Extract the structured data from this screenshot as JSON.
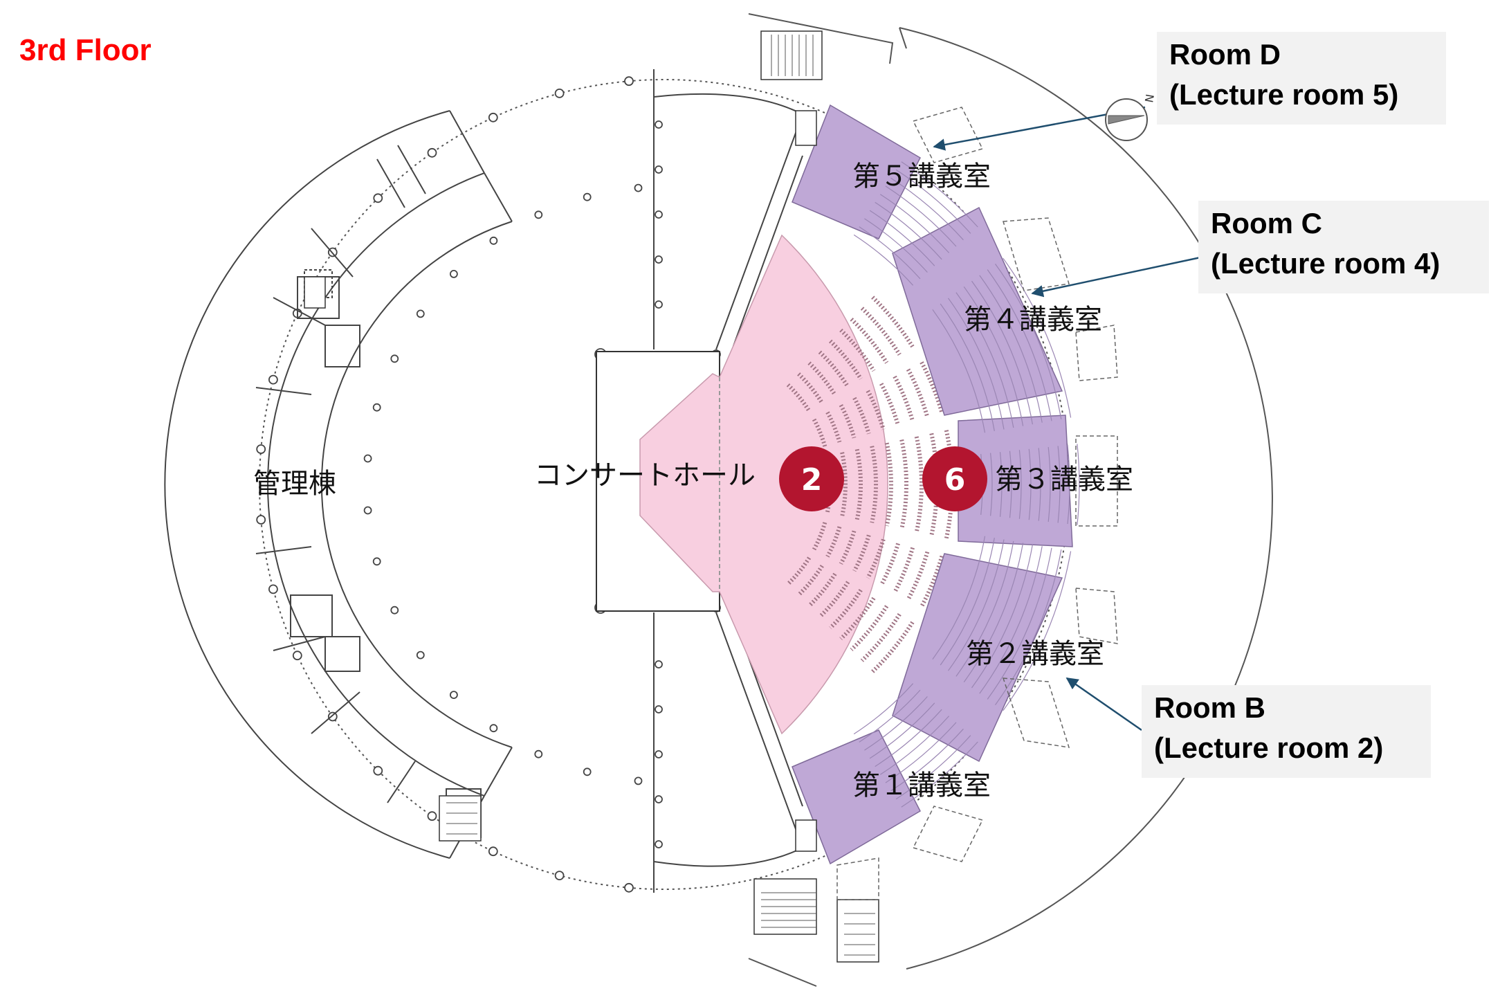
{
  "floor_label": "3rd Floor",
  "colors": {
    "floor_label": "#ff0000",
    "lecture_room_fill": "#bfa8d6",
    "concert_hall_fill": "#f8cfe0",
    "marker_fill": "#b3152f",
    "arrow": "#1f4e6e",
    "plan_line": "#333333"
  },
  "rooms": {
    "admin_building": "管理棟",
    "concert_hall": "コンサートホール",
    "lecture_room_1": "第１講義室",
    "lecture_room_2": "第２講義室",
    "lecture_room_3": "第３講義室",
    "lecture_room_4": "第４講義室",
    "lecture_room_5": "第５講義室"
  },
  "markers": [
    {
      "label": "2",
      "location": "concert_hall"
    },
    {
      "label": "6",
      "location": "lecture_room_3"
    }
  ],
  "callouts": [
    {
      "id": "room-d",
      "title": "Room D",
      "subtitle": "(Lecture room 5)",
      "target": "lecture_room_5"
    },
    {
      "id": "room-c",
      "title": "Room C",
      "subtitle": "(Lecture room 4)",
      "target": "lecture_room_4"
    },
    {
      "id": "room-b",
      "title": "Room B",
      "subtitle": "(Lecture room 2)",
      "target": "lecture_room_2"
    }
  ],
  "compass": {
    "label": "N",
    "icon": "north-arrow-icon"
  }
}
